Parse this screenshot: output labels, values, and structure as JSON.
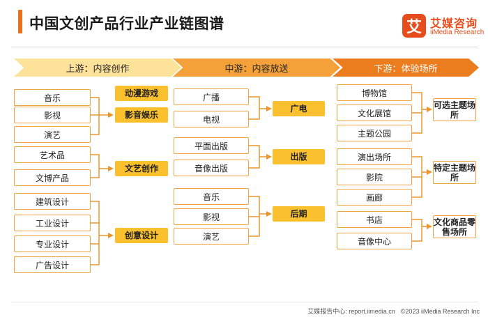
{
  "header": {
    "title": "中国文创产品行业产业链图谱",
    "brand_logo_char": "艾",
    "brand_cn": "艾媒咨询",
    "brand_en": "iiMedia Research"
  },
  "stages": {
    "upstream": "上游：内容创作",
    "midstream": "中游：内容放送",
    "downstream": "下游：体验场所"
  },
  "upstream": {
    "items": [
      "音乐",
      "影视",
      "演艺",
      "艺术品",
      "文博产品",
      "建筑设计",
      "工业设计",
      "专业设计",
      "广告设计"
    ],
    "categories": [
      "动漫游戏",
      "影音娱乐",
      "文艺创作",
      "创意设计"
    ]
  },
  "midstream": {
    "items": [
      "广播",
      "电视",
      "平面出版",
      "音像出版",
      "音乐",
      "影视",
      "演艺"
    ],
    "categories": [
      "广电",
      "出版",
      "后期"
    ]
  },
  "downstream": {
    "items": [
      "博物馆",
      "文化展馆",
      "主题公园",
      "演出场所",
      "影院",
      "画廊",
      "书店",
      "音像中心"
    ],
    "categories": [
      "可选主题场所",
      "特定主题场所",
      "文化商品零售场所"
    ]
  },
  "footer": {
    "source": "艾媒报告中心: report.iimedia.cn",
    "copyright": "©2023  iiMedia Research  Inc"
  },
  "colors": {
    "accent": "#e8731f",
    "category_fill": "#fbc02d",
    "item_border": "#f0a340",
    "connector": "#e8962d"
  }
}
